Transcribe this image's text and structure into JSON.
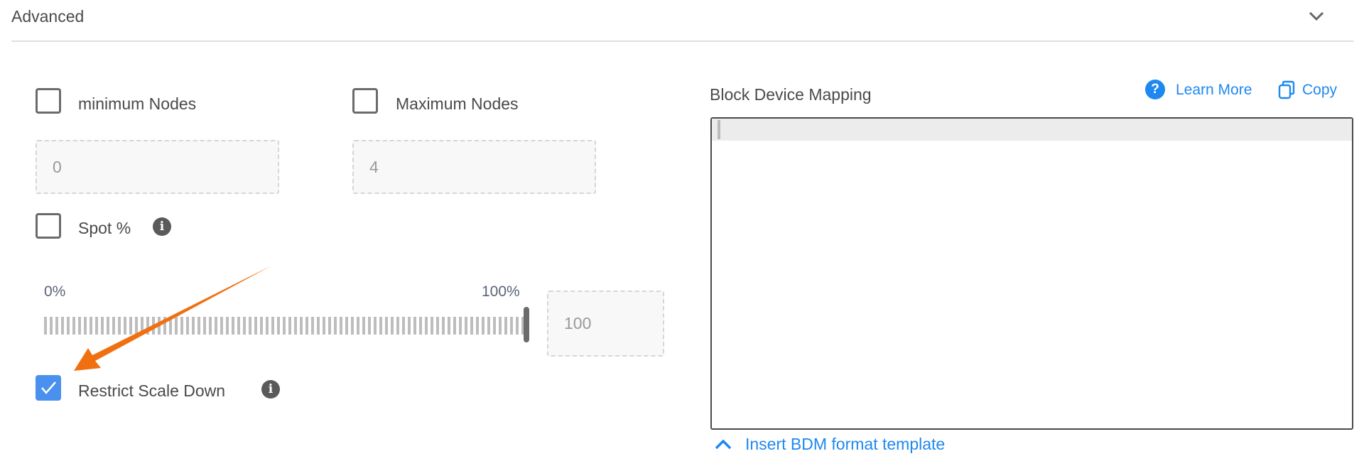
{
  "section": {
    "title": "Advanced",
    "expanded": true
  },
  "min_nodes": {
    "label": "minimum Nodes",
    "checked": false,
    "value": "0"
  },
  "max_nodes": {
    "label": "Maximum Nodes",
    "checked": false,
    "value": "4"
  },
  "spot": {
    "label": "Spot %",
    "checked": false,
    "slider_min_label": "0%",
    "slider_max_label": "100%",
    "slider_value_percent": 100,
    "value": "100"
  },
  "restrict_scale_down": {
    "label": "Restrict Scale Down",
    "checked": true
  },
  "bdm": {
    "label": "Block Device Mapping",
    "learn_more": "Learn More",
    "copy": "Copy",
    "content": "",
    "insert_template": "Insert BDM format template"
  },
  "colors": {
    "accent": "#1e88f0",
    "checkbox_checked": "#4a90ee",
    "annotation_arrow": "#f07010"
  }
}
